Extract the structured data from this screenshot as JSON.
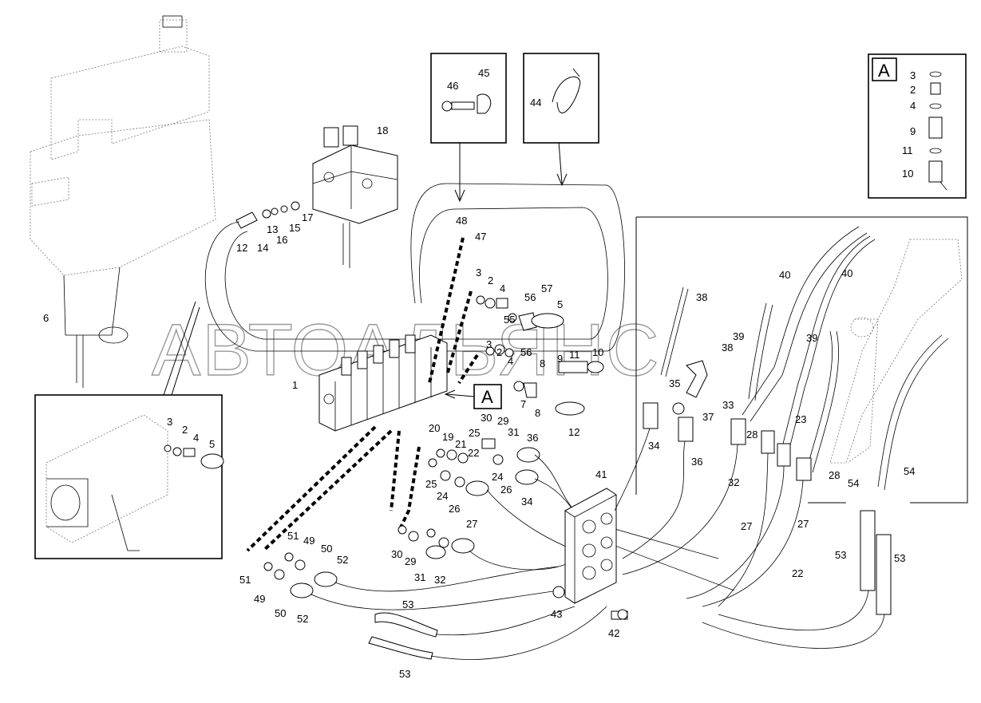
{
  "watermark": "АВТОАЛЬЯНС",
  "detail_view": {
    "label": "A",
    "parts": [
      "3",
      "2",
      "4",
      "9",
      "11",
      "10"
    ]
  },
  "callout_A": "A",
  "part_labels": [
    {
      "id": "18",
      "text": "18"
    },
    {
      "id": "17",
      "text": "17"
    },
    {
      "id": "16",
      "text": "16"
    },
    {
      "id": "15",
      "text": "15"
    },
    {
      "id": "14",
      "text": "14"
    },
    {
      "id": "13",
      "text": "13"
    },
    {
      "id": "12a",
      "text": "12"
    },
    {
      "id": "6",
      "text": "6"
    },
    {
      "id": "1",
      "text": "1"
    },
    {
      "id": "46",
      "text": "46"
    },
    {
      "id": "45",
      "text": "45"
    },
    {
      "id": "44",
      "text": "44"
    },
    {
      "id": "48",
      "text": "48"
    },
    {
      "id": "47",
      "text": "47"
    },
    {
      "id": "3a",
      "text": "3"
    },
    {
      "id": "2a",
      "text": "2"
    },
    {
      "id": "4a",
      "text": "4"
    },
    {
      "id": "56a",
      "text": "56"
    },
    {
      "id": "57",
      "text": "57"
    },
    {
      "id": "5a",
      "text": "5"
    },
    {
      "id": "55",
      "text": "55"
    },
    {
      "id": "56b",
      "text": "56"
    },
    {
      "id": "3b",
      "text": "3"
    },
    {
      "id": "2b",
      "text": "2"
    },
    {
      "id": "4b",
      "text": "4"
    },
    {
      "id": "9",
      "text": "9"
    },
    {
      "id": "11",
      "text": "11"
    },
    {
      "id": "10",
      "text": "10"
    },
    {
      "id": "8a",
      "text": "8"
    },
    {
      "id": "7",
      "text": "7"
    },
    {
      "id": "8b",
      "text": "8"
    },
    {
      "id": "12b",
      "text": "12"
    },
    {
      "id": "30a",
      "text": "30"
    },
    {
      "id": "29a",
      "text": "29"
    },
    {
      "id": "31a",
      "text": "31"
    },
    {
      "id": "25a",
      "text": "25"
    },
    {
      "id": "20",
      "text": "20"
    },
    {
      "id": "19",
      "text": "19"
    },
    {
      "id": "21",
      "text": "21"
    },
    {
      "id": "22a",
      "text": "22"
    },
    {
      "id": "24a",
      "text": "24"
    },
    {
      "id": "26a",
      "text": "26"
    },
    {
      "id": "36a",
      "text": "36"
    },
    {
      "id": "34a",
      "text": "34"
    },
    {
      "id": "25b",
      "text": "25"
    },
    {
      "id": "24b",
      "text": "24"
    },
    {
      "id": "26b",
      "text": "26"
    },
    {
      "id": "27a",
      "text": "27"
    },
    {
      "id": "30b",
      "text": "30"
    },
    {
      "id": "29b",
      "text": "29"
    },
    {
      "id": "31b",
      "text": "31"
    },
    {
      "id": "32a",
      "text": "32"
    },
    {
      "id": "51a",
      "text": "51"
    },
    {
      "id": "49a",
      "text": "49"
    },
    {
      "id": "50a",
      "text": "50"
    },
    {
      "id": "52a",
      "text": "52"
    },
    {
      "id": "51b",
      "text": "51"
    },
    {
      "id": "49b",
      "text": "49"
    },
    {
      "id": "50b",
      "text": "50"
    },
    {
      "id": "52b",
      "text": "52"
    },
    {
      "id": "53a",
      "text": "53"
    },
    {
      "id": "53b",
      "text": "53"
    },
    {
      "id": "41",
      "text": "41"
    },
    {
      "id": "43",
      "text": "43"
    },
    {
      "id": "42",
      "text": "42"
    },
    {
      "id": "38a",
      "text": "38"
    },
    {
      "id": "35",
      "text": "35"
    },
    {
      "id": "38b",
      "text": "38"
    },
    {
      "id": "37",
      "text": "37"
    },
    {
      "id": "34b",
      "text": "34"
    },
    {
      "id": "36b",
      "text": "36"
    },
    {
      "id": "40a",
      "text": "40"
    },
    {
      "id": "40b",
      "text": "40"
    },
    {
      "id": "39a",
      "text": "39"
    },
    {
      "id": "39b",
      "text": "39"
    },
    {
      "id": "33",
      "text": "33"
    },
    {
      "id": "28a",
      "text": "28"
    },
    {
      "id": "23",
      "text": "23"
    },
    {
      "id": "28b",
      "text": "28"
    },
    {
      "id": "32b",
      "text": "32"
    },
    {
      "id": "27b",
      "text": "27"
    },
    {
      "id": "27c",
      "text": "27"
    },
    {
      "id": "22b",
      "text": "22"
    },
    {
      "id": "54a",
      "text": "54"
    },
    {
      "id": "54b",
      "text": "54"
    },
    {
      "id": "53c",
      "text": "53"
    },
    {
      "id": "53d",
      "text": "53"
    },
    {
      "id": "3c",
      "text": "3"
    },
    {
      "id": "2c",
      "text": "2"
    },
    {
      "id": "4c",
      "text": "4"
    },
    {
      "id": "5b",
      "text": "5"
    }
  ],
  "inset_labels": [
    {
      "id": "A3",
      "text": "3"
    },
    {
      "id": "A2",
      "text": "2"
    },
    {
      "id": "A4",
      "text": "4"
    },
    {
      "id": "A9",
      "text": "9"
    },
    {
      "id": "A11",
      "text": "11"
    },
    {
      "id": "A10",
      "text": "10"
    }
  ]
}
